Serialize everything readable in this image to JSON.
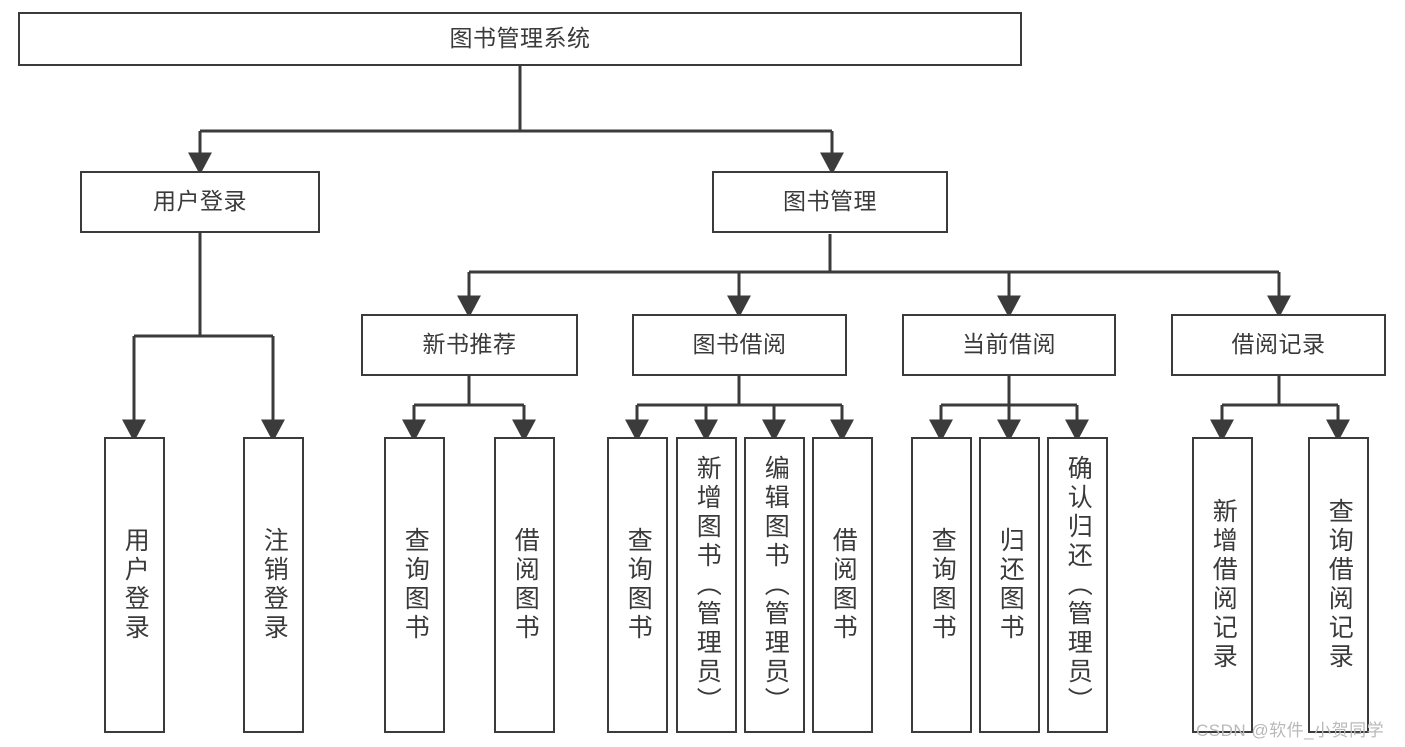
{
  "diagram": {
    "title": "图书管理系统",
    "type": "tree-hierarchy-diagram",
    "watermark": "CSDN @软件_小贺同学",
    "colors": {
      "box_border": "#3b3b3b",
      "box_fill": "#ffffff",
      "text": "#3a3a3a",
      "edge": "#3b3b3b",
      "watermark": "#b9b9b9",
      "background": "#ffffff"
    },
    "nodes": {
      "root": {
        "label": "图书管理系统"
      },
      "level2": [
        {
          "id": "user-login",
          "label": "用户登录"
        },
        {
          "id": "book-manage",
          "label": "图书管理"
        }
      ],
      "level3": [
        {
          "id": "new-book-recommend",
          "label": "新书推荐"
        },
        {
          "id": "book-borrow",
          "label": "图书借阅"
        },
        {
          "id": "current-borrow",
          "label": "当前借阅"
        },
        {
          "id": "borrow-record",
          "label": "借阅记录"
        }
      ],
      "leaves": {
        "user-login": [
          {
            "id": "leaf-user-login",
            "label": "用户登录"
          },
          {
            "id": "leaf-logout-login",
            "label": "注销登录"
          }
        ],
        "new-book-recommend": [
          {
            "id": "leaf-query-book-1",
            "label": "查询图书"
          },
          {
            "id": "leaf-borrow-book-1",
            "label": "借阅图书"
          }
        ],
        "book-borrow": [
          {
            "id": "leaf-query-book-2",
            "label": "查询图书"
          },
          {
            "id": "leaf-add-book",
            "label": "新增图书（管理员）"
          },
          {
            "id": "leaf-edit-book",
            "label": "编辑图书（管理员）"
          },
          {
            "id": "leaf-borrow-book-2",
            "label": "借阅图书"
          }
        ],
        "current-borrow": [
          {
            "id": "leaf-query-book-3",
            "label": "查询图书"
          },
          {
            "id": "leaf-return-book",
            "label": "归还图书"
          },
          {
            "id": "leaf-confirm-return",
            "label": "确认归还（管理员）"
          }
        ],
        "borrow-record": [
          {
            "id": "leaf-add-borrow-record",
            "label": "新增借阅记录"
          },
          {
            "id": "leaf-query-borrow-record",
            "label": "查询借阅记录"
          }
        ]
      }
    }
  }
}
